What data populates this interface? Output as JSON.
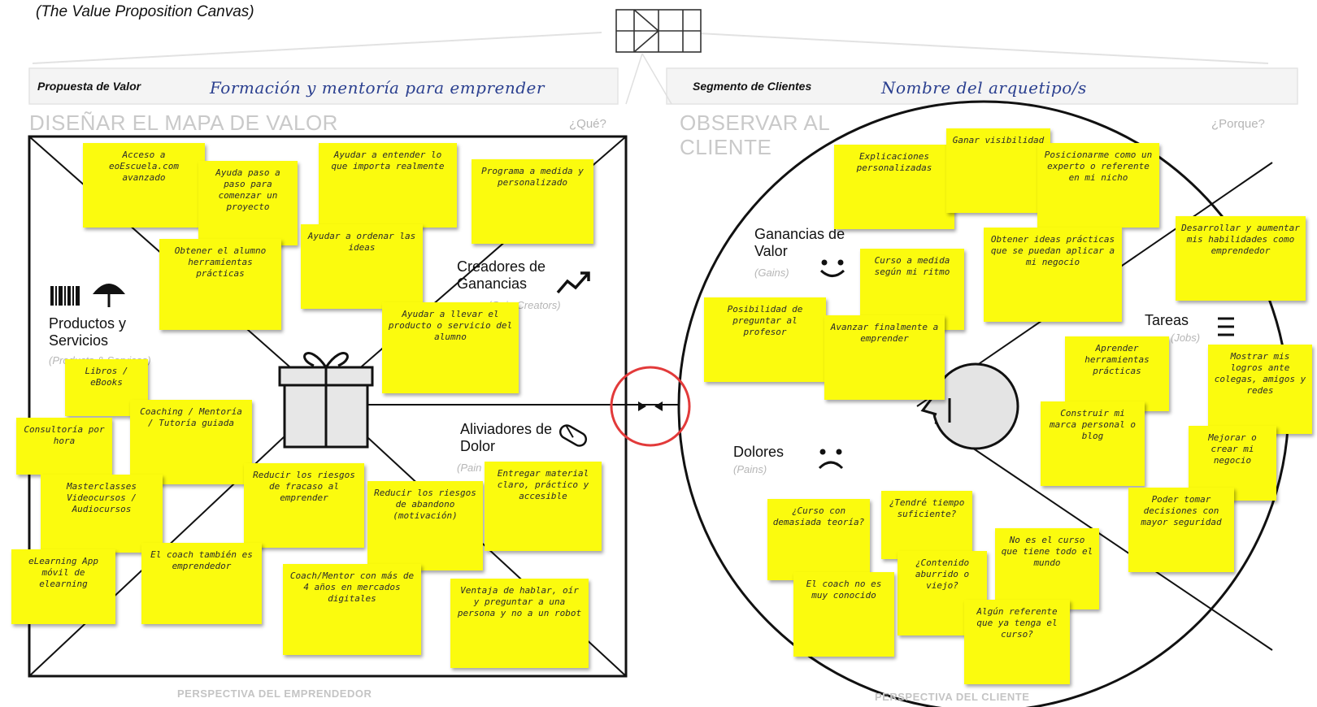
{
  "subtitle": "(The Value Proposition Canvas)",
  "header": {
    "value_prop_label": "Propuesta de Valor",
    "value_prop_value": "Formación y mentoría para emprender",
    "segment_label": "Segmento de Clientes",
    "segment_value": "Nombre del arquetipo/s"
  },
  "left": {
    "title": "DISEÑAR EL MAPA DE VALOR",
    "question": "¿Qué?",
    "products_label": "Productos y Servicios",
    "products_sub": "(Products & Services)",
    "gain_creators_label": "Creadores de Ganancias",
    "gain_creators_sub": "(Gain Creators)",
    "pain_relievers_label": "Aliviadores de Dolor",
    "pain_relievers_sub": "(Pain Relievers)",
    "footer": "PERSPECTIVA DEL EMPRENDEDOR"
  },
  "right": {
    "title": "OBSERVAR AL CLIENTE",
    "question": "¿Porque?",
    "gains_label": "Ganancias de Valor",
    "gains_sub": "(Gains)",
    "jobs_label": "Tareas",
    "jobs_sub": "(Jobs)",
    "pains_label": "Dolores",
    "pains_sub": "(Pains)",
    "footer": "PERSPECTIVA DEL CLIENTE"
  },
  "notes_left": [
    {
      "text": "Acceso a eoEscuela.com avanzado"
    },
    {
      "text": "Ayuda paso a paso para comenzar un proyecto"
    },
    {
      "text": "Ayudar a entender lo que importa realmente"
    },
    {
      "text": "Programa a medida y personalizado"
    },
    {
      "text": "Obtener el alumno herramientas prácticas"
    },
    {
      "text": "Ayudar a ordenar las ideas"
    },
    {
      "text": "Ayudar a llevar el producto o servicio del alumno"
    },
    {
      "text": "Libros / eBooks"
    },
    {
      "text": "Consultoría por hora"
    },
    {
      "text": "Coaching / Mentoría / Tutoría guiada"
    },
    {
      "text": "Masterclasses Videocursos / Audiocursos"
    },
    {
      "text": "eLearning App móvil de elearning"
    },
    {
      "text": "Reducir los riesgos de fracaso al emprender"
    },
    {
      "text": "Reducir los riesgos de abandono (motivación)"
    },
    {
      "text": "Entregar material claro, práctico y accesible"
    },
    {
      "text": "El coach también es emprendedor"
    },
    {
      "text": "Coach/Mentor con más de 4 años en mercados digitales"
    },
    {
      "text": "Ventaja de hablar, oír y preguntar a una persona y no a un robot"
    }
  ],
  "notes_right": [
    {
      "text": "Explicaciones personalizadas"
    },
    {
      "text": "Ganar visibilidad"
    },
    {
      "text": "Posicionarme como un experto o referente en mi nicho"
    },
    {
      "text": "Desarrollar y aumentar mis habilidades como emprendedor"
    },
    {
      "text": "Curso a medida según mi ritmo"
    },
    {
      "text": "Obtener ideas prácticas que se puedan aplicar a mi negocio"
    },
    {
      "text": "Posibilidad de preguntar al profesor"
    },
    {
      "text": "Avanzar finalmente a emprender"
    },
    {
      "text": "Aprender herramientas prácticas"
    },
    {
      "text": "Mostrar mis logros ante colegas, amigos y redes"
    },
    {
      "text": "Construir mi marca personal o blog"
    },
    {
      "text": "Mejorar o crear mi negocio"
    },
    {
      "text": "Poder tomar decisiones con mayor seguridad"
    },
    {
      "text": "¿Curso con demasiada teoría?"
    },
    {
      "text": "¿Tendré tiempo suficiente?"
    },
    {
      "text": "No es el curso que tiene todo el mundo"
    },
    {
      "text": "¿Contenido aburrido o viejo?"
    },
    {
      "text": "El coach no es muy conocido"
    },
    {
      "text": "Algún referente que ya tenga el curso?"
    }
  ],
  "colors": {
    "note": "#fbfb0e",
    "circle_red": "#e23a3a",
    "line": "#111111"
  }
}
